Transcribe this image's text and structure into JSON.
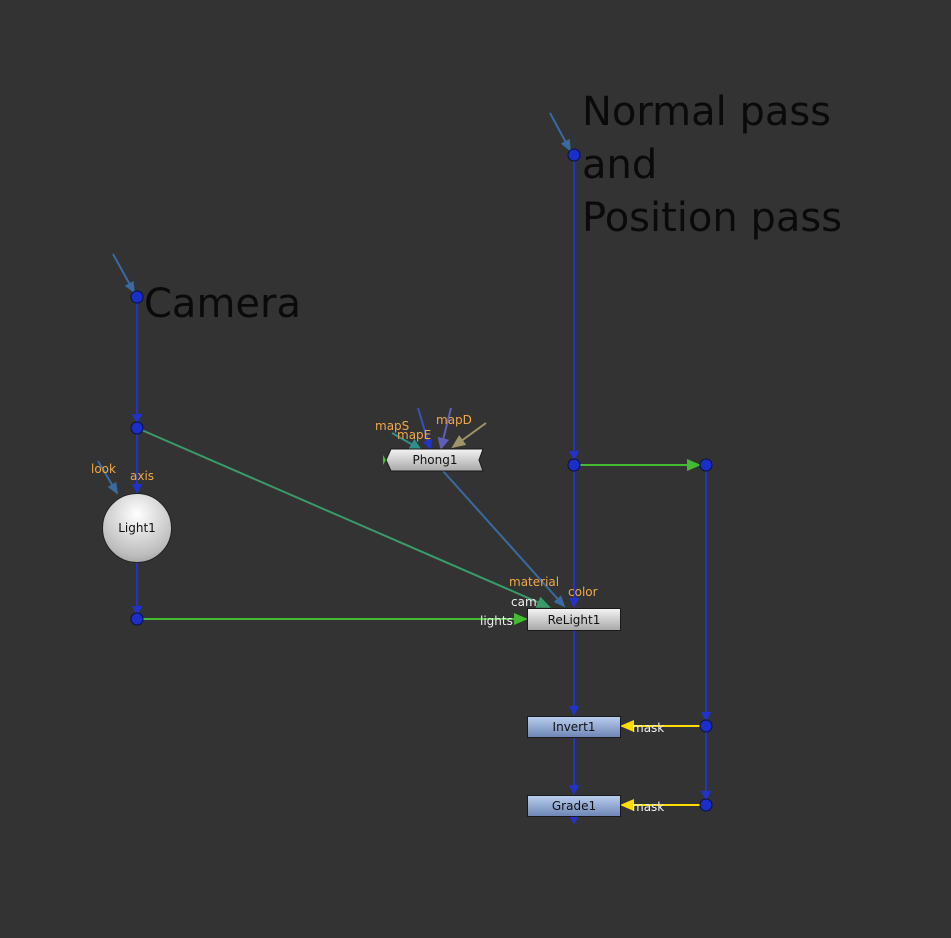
{
  "canvas": {
    "background": "#333333",
    "colors": {
      "pipe_blue": "#2233cc",
      "pipe_green": "#44bb33",
      "pipe_teal_green": "#3a9a6a",
      "pipe_steel": "#3a6aa0",
      "pipe_mask_yellow": "#ffdd00",
      "pipe_mapD": "#a0956a",
      "pipe_mapE": "#5f5fb8",
      "pipe_mapS": "#2f8f8a",
      "dot_fill": "#1a2fc8",
      "label_orange": "#f0a84a",
      "label_white": "#eeeeee"
    }
  },
  "stickies": {
    "camera": "Camera",
    "passes": "Normal pass\nand\nPosition pass"
  },
  "nodes": {
    "light": {
      "label": "Light1",
      "inputs": [
        "look",
        "axis"
      ]
    },
    "phong": {
      "label": "Phong1",
      "inputs": [
        "mapS",
        "mapE",
        "mapD"
      ]
    },
    "relight": {
      "label": "ReLight1",
      "inputs": [
        "material",
        "color",
        "cam",
        "lights"
      ]
    },
    "invert": {
      "label": "Invert1",
      "mask_label": "mask"
    },
    "grade": {
      "label": "Grade1",
      "mask_label": "mask"
    }
  },
  "labels": {
    "look": "look",
    "axis": "axis",
    "mapS": "mapS",
    "mapE": "mapE",
    "mapD": "mapD",
    "material": "material",
    "color": "color",
    "cam": "cam",
    "lights": "lights",
    "mask_invert": "mask",
    "mask_grade": "mask"
  }
}
